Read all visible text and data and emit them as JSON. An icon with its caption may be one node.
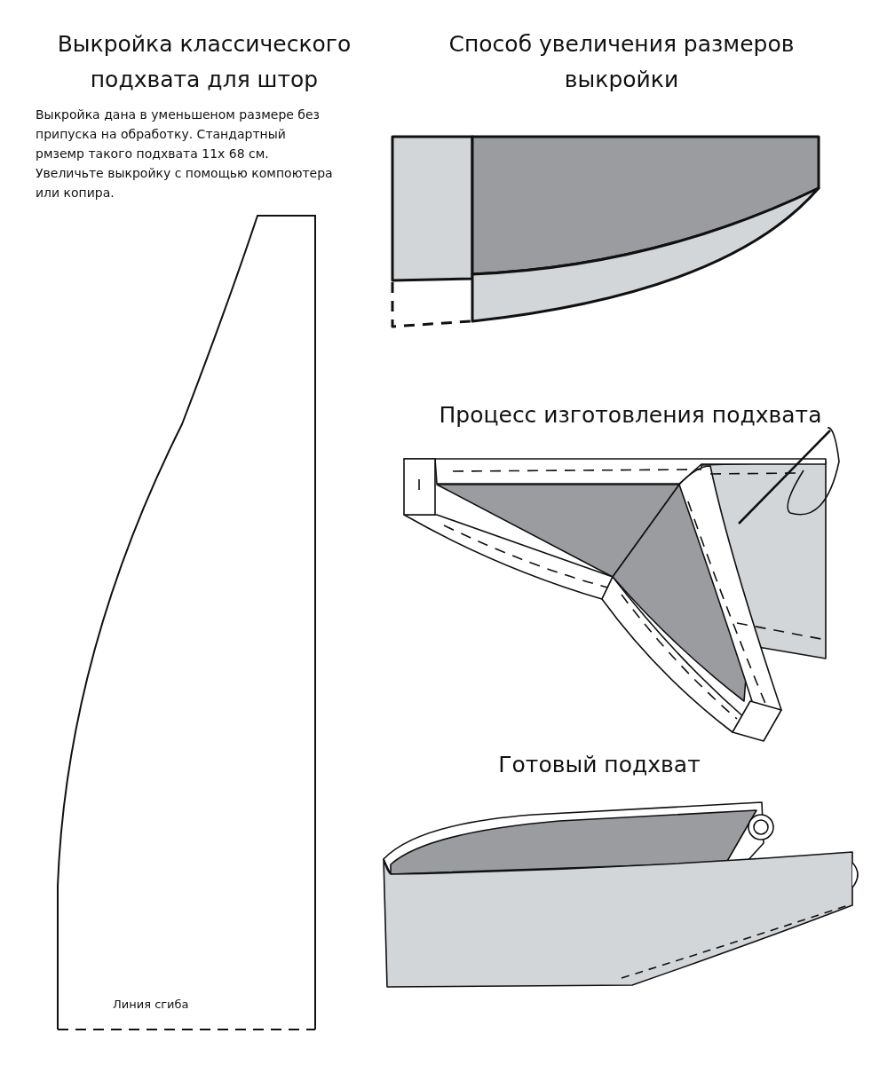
{
  "diagram": {
    "nodes": [
      {
        "text": [
          "Линия сгиба"
        ]
      }
    ],
    "labels": [
      "Выкройка классического подхвата для штор",
      "Способ увеличения размеров выкройки",
      "Выкройка дана в уменьшеном размере без припуска на обработку. Стандартный рмземр такого подхвата 11х 68 см. Увеличьте выкройку с помощью компоютера или копира.",
      "Процесс изготовления подхвата",
      "Готовый подхват"
    ]
  }
}
